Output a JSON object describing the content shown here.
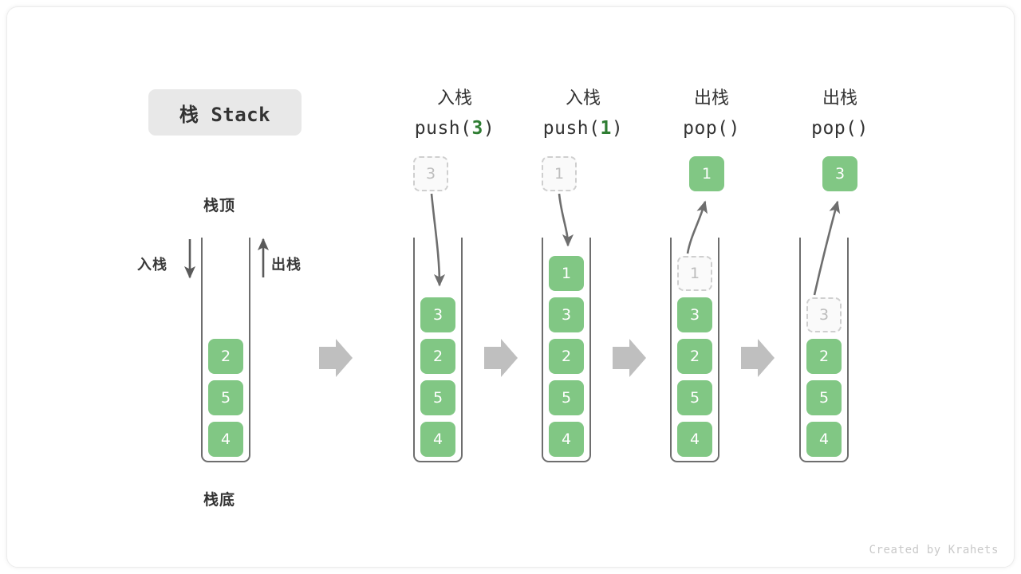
{
  "title_badge": "栈 Stack",
  "labels": {
    "top": "栈顶",
    "bottom": "栈底",
    "push_side": "入栈",
    "pop_side": "出栈"
  },
  "credit": "Created by Krahets",
  "colors": {
    "cell_fill": "#81c784",
    "cell_text": "#ffffff",
    "ghost_fill": "#fafafa",
    "ghost_border": "#cfcfcf",
    "ghost_text": "#bdbdbd",
    "accent_code": "#2e7d32",
    "vessel_border": "#6e6e6e",
    "flow_arrow": "#bfbfbf",
    "curve_arrow": "#6e6e6e",
    "badge_bg": "#e8e8e8"
  },
  "panels": [
    {
      "id": "initial",
      "caption_cn": "",
      "caption_code": "",
      "caption_arg": "",
      "stack": [
        "2",
        "5",
        "4"
      ],
      "ghost_in_stack": null,
      "external_cell": null,
      "external_cell_style": null
    },
    {
      "id": "push-3",
      "caption_cn": "入栈",
      "caption_code_prefix": "push(",
      "caption_arg": "3",
      "caption_code_suffix": ")",
      "stack": [
        "3",
        "2",
        "5",
        "4"
      ],
      "ghost_in_stack": null,
      "external_cell": "3",
      "external_cell_style": "ghost",
      "arrow_direction": "down"
    },
    {
      "id": "push-1",
      "caption_cn": "入栈",
      "caption_code_prefix": "push(",
      "caption_arg": "1",
      "caption_code_suffix": ")",
      "stack": [
        "1",
        "3",
        "2",
        "5",
        "4"
      ],
      "ghost_in_stack": null,
      "external_cell": "1",
      "external_cell_style": "ghost",
      "arrow_direction": "down"
    },
    {
      "id": "pop-1",
      "caption_cn": "出栈",
      "caption_code_prefix": "pop(",
      "caption_arg": "",
      "caption_code_suffix": ")",
      "stack": [
        "3",
        "2",
        "5",
        "4"
      ],
      "ghost_in_stack": "1",
      "external_cell": "1",
      "external_cell_style": "filled",
      "arrow_direction": "up"
    },
    {
      "id": "pop-3",
      "caption_cn": "出栈",
      "caption_code_prefix": "pop(",
      "caption_arg": "",
      "caption_code_suffix": ")",
      "stack": [
        "2",
        "5",
        "4"
      ],
      "ghost_in_stack": "3",
      "external_cell": "3",
      "external_cell_style": "filled",
      "arrow_direction": "up"
    }
  ],
  "flow_arrows_count": 4
}
